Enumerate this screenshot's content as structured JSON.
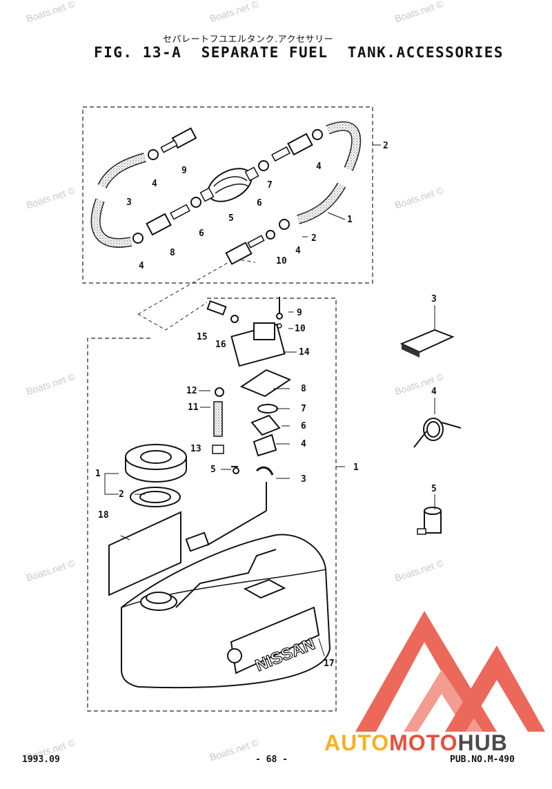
{
  "header": {
    "jp_title": "セパレートフユエルタンク.アクセサリー",
    "fig_number": "FIG. 13-A",
    "title": "SEPARATE FUEL  TANK.ACCESSORIES"
  },
  "watermark": "Boats.net ©",
  "tank_brand": "NISSAN",
  "part_labels": {
    "hose_group": [
      "1",
      "2",
      "3",
      "4",
      "4",
      "4",
      "4",
      "5",
      "6",
      "6",
      "7",
      "8",
      "9",
      "10",
      "2"
    ],
    "tank_group": [
      "9",
      "10",
      "14",
      "15",
      "16",
      "8",
      "7",
      "6",
      "4",
      "3",
      "12",
      "11",
      "13",
      "5",
      "1",
      "2",
      "18",
      "17",
      "1"
    ],
    "loose": [
      "3",
      "4",
      "5"
    ]
  },
  "footer": {
    "date": "1993.09",
    "page": "- 68 -",
    "pub": "PUB.NO.M-490"
  },
  "logo": {
    "part1": "AUTO",
    "part2": "MOTO",
    "part3": "HUB"
  },
  "colors": {
    "logo_red": "#e84e3e",
    "logo_yellow": "#f4b223",
    "logo_gray": "#4a4a4a"
  }
}
